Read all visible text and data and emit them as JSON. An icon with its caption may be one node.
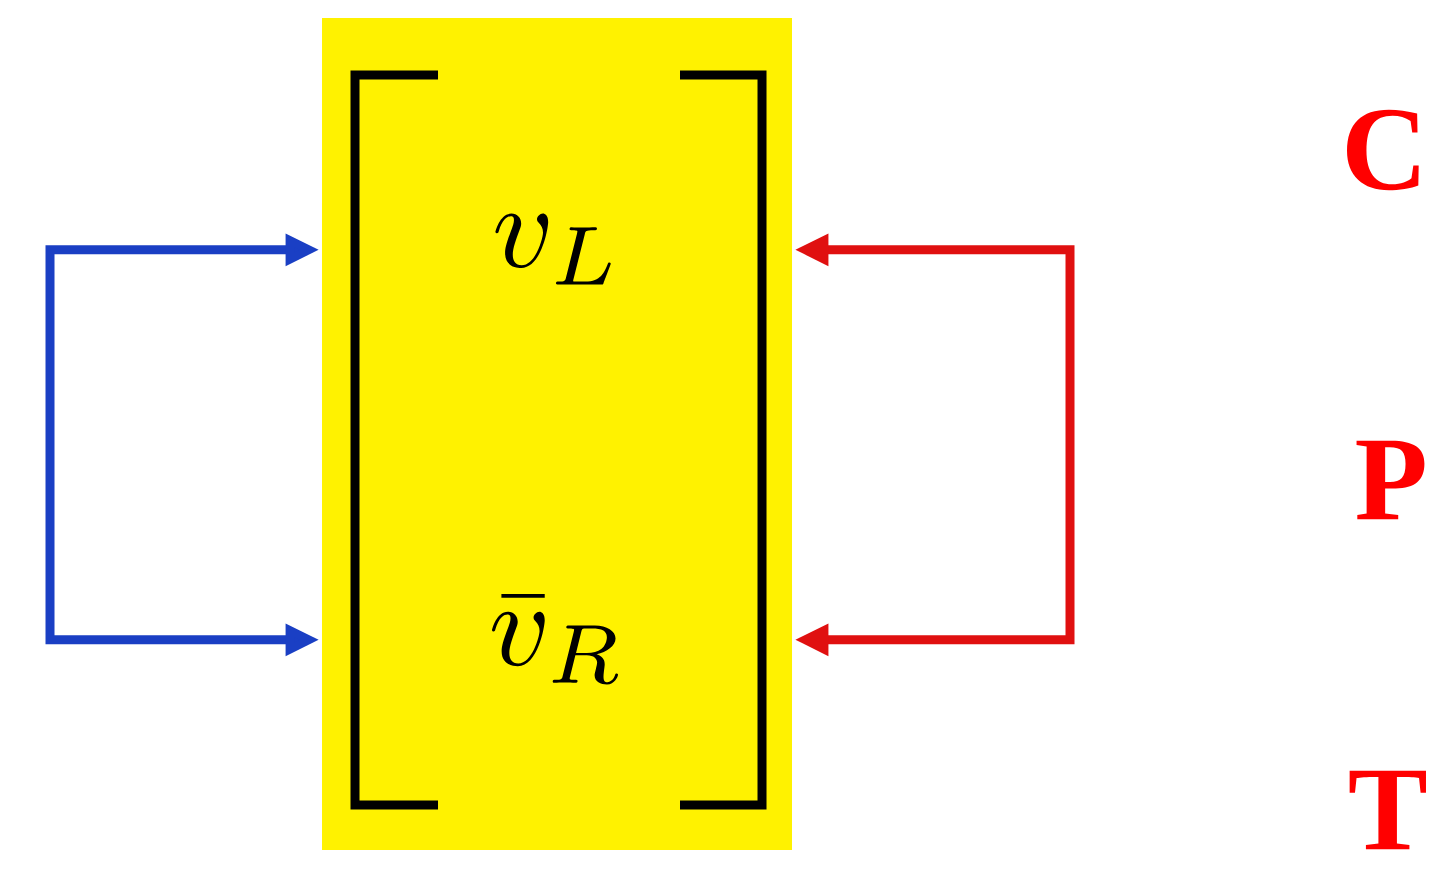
{
  "diagram": {
    "nodes": [
      {
        "text": [],
        "shape": "box"
      },
      {
        "text": [
          "v_L"
        ],
        "in": 0
      },
      {
        "text": [
          "\\bar{v}_R"
        ],
        "in": 0
      }
    ],
    "edges": [
      {
        "from": 1,
        "to": 2,
        "arrow": "both",
        "color": "#1a3fc4"
      },
      {
        "from": 1,
        "to": 2,
        "arrow": "both",
        "color": "#e01010"
      }
    ],
    "labels": [
      "C",
      "P",
      "T"
    ]
  }
}
